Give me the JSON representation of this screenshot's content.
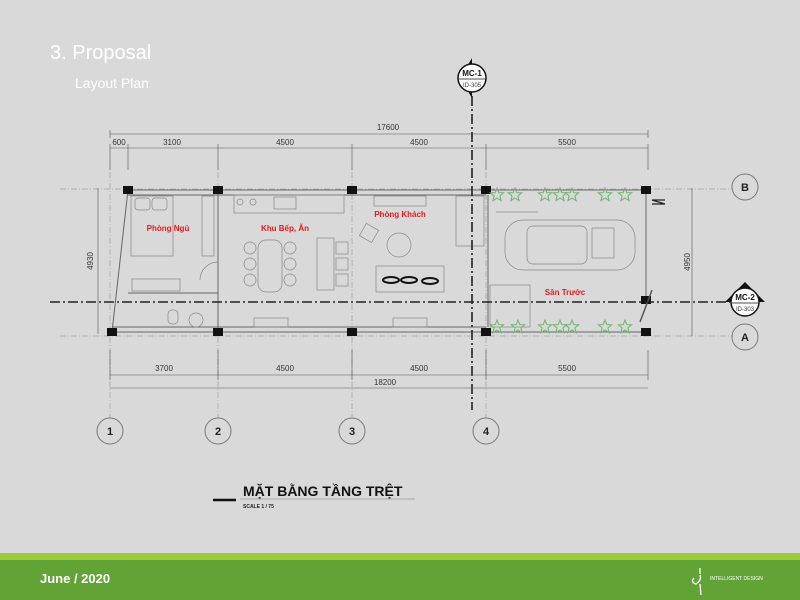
{
  "slide": {
    "title": "3. Proposal",
    "subtitle": "Layout Plan"
  },
  "plan": {
    "title": "MẶT BẰNG TẦNG TRỆT",
    "scale": "SCALE 1 / 75",
    "top_overall": "17600",
    "top_dims": [
      "600",
      "3100",
      "4500",
      "4500",
      "5500"
    ],
    "bottom_dims": [
      "3700",
      "4500",
      "4500",
      "5500"
    ],
    "bottom_overall": "18200",
    "left_dim": "4930",
    "right_dim": "4950",
    "grid_axes_vertical": [
      "1",
      "2",
      "3",
      "4"
    ],
    "grid_axes_horizontal": [
      "B",
      "A"
    ],
    "rooms": [
      "Phòng Ngủ",
      "Khu Bếp, Ăn",
      "Phòng Khách",
      "Sân Trước"
    ],
    "sections": [
      {
        "name": "MC-1",
        "ref": "ID-305"
      },
      {
        "name": "MC-2",
        "ref": "ID-303"
      }
    ]
  },
  "footer": {
    "date": "June / 2020",
    "logo_text": "INTELLIGENT DESIGN"
  },
  "colors": {
    "background": "#d9d9d9",
    "footer": "#62a336",
    "stripe": "#9ccb3b",
    "room_label": "#e31b1b",
    "plant": "#6fb56f"
  }
}
